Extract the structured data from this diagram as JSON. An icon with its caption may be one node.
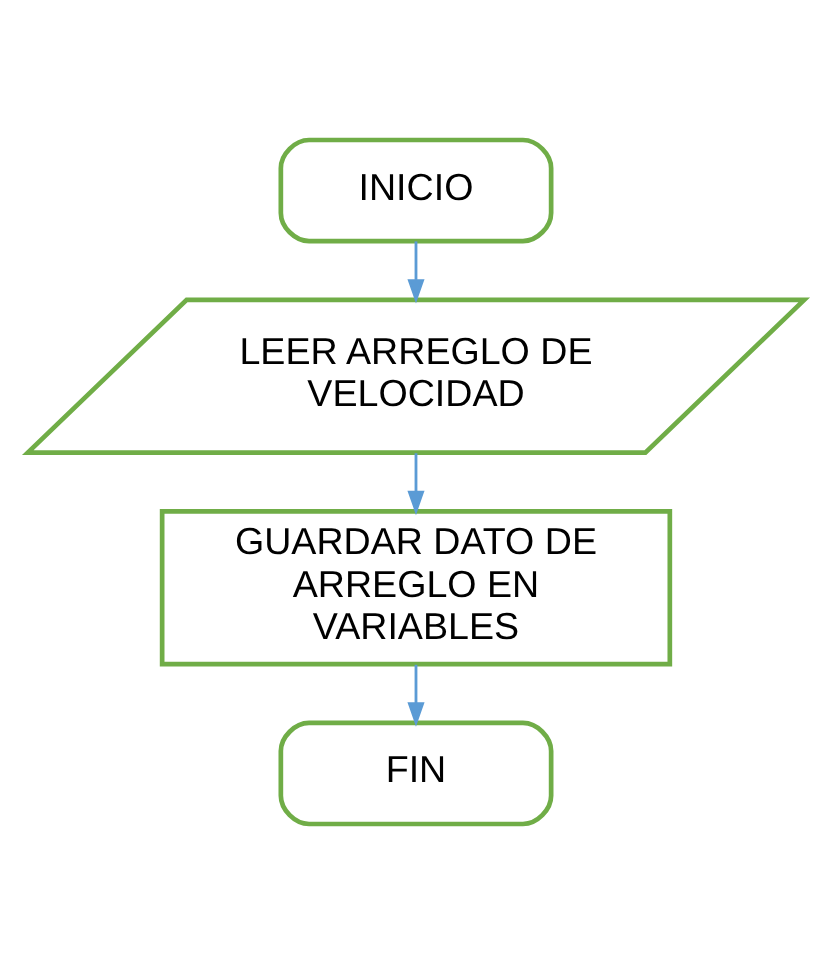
{
  "diagram": {
    "nodes": [
      {
        "text": [
          "INICIO"
        ]
      },
      {
        "text": [
          "LEER ARREGLO DE VELOCIDAD"
        ]
      },
      {
        "text": [
          "GUARDAR DATO DE ARREGLO EN VARIABLES"
        ]
      },
      {
        "text": [
          "FIN"
        ]
      }
    ],
    "edges": [
      {
        "from": 0,
        "to": 1,
        "arrow": "to"
      },
      {
        "from": 1,
        "to": 2,
        "arrow": "to"
      },
      {
        "from": 2,
        "to": 3,
        "arrow": "to"
      }
    ]
  }
}
